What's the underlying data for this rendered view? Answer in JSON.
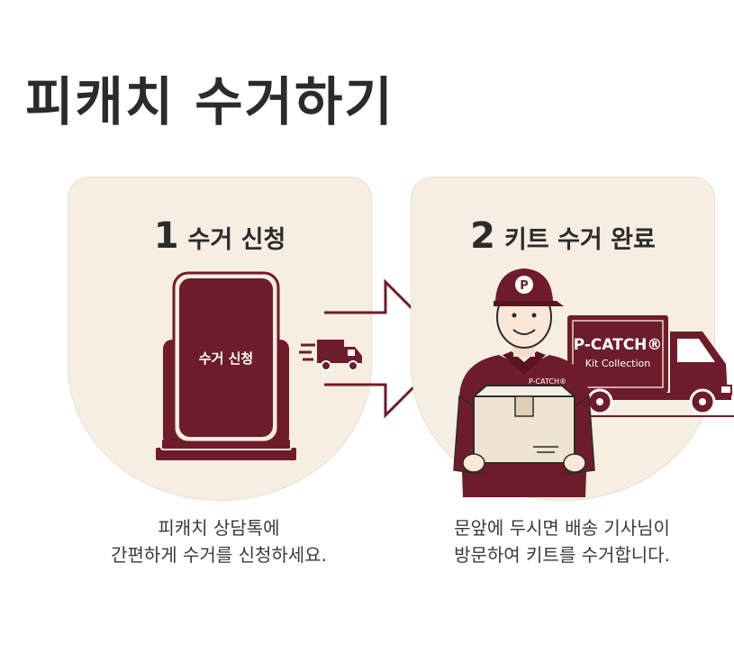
{
  "title": "피캐치 수거하기",
  "steps": [
    {
      "number": "1",
      "title": "수거 신청",
      "phone_label": "수거 신청",
      "caption": [
        "피캐치 상담톡에",
        "간편하게 수거를 신청하세요."
      ]
    },
    {
      "number": "2",
      "title": "키트 수거 완료",
      "cap_letter": "P",
      "shirt_label": "P-CATCH®",
      "truck_brand": "P-CATCH®",
      "truck_sub": "Kit Collection",
      "caption": [
        "문앞에 두시면 배송 기사님이",
        "방문하여 키트를 수거합니다."
      ]
    }
  ],
  "colors": {
    "maroon": "#6e1c2b",
    "card_bg": "#f6ede3",
    "title_text": "#2b2b2b"
  },
  "icons": [
    "smartphone-icon",
    "delivery-truck-icon",
    "arrow-right-icon",
    "courier-illustration",
    "collection-truck-icon"
  ]
}
